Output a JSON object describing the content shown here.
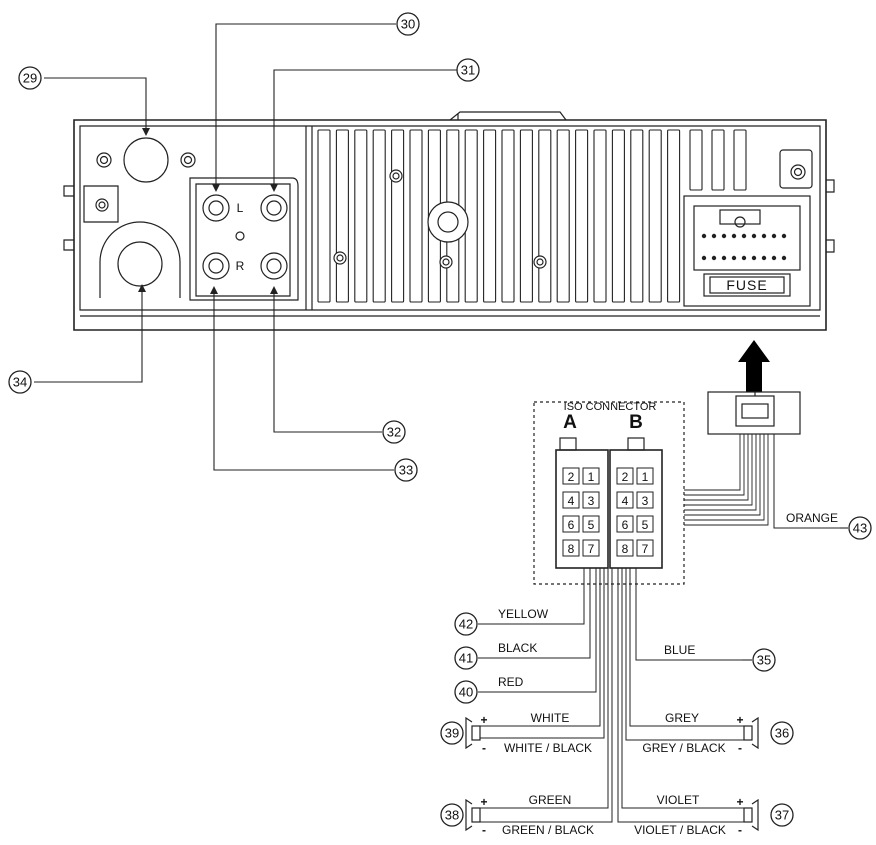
{
  "iso": {
    "title": "ISO CONNECTOR",
    "block_a": "A",
    "block_b": "B",
    "pins": [
      "2",
      "1",
      "4",
      "3",
      "6",
      "5",
      "8",
      "7"
    ]
  },
  "unit": {
    "fuse": "FUSE",
    "audio_left": "L",
    "audio_right": "R"
  },
  "callouts": [
    {
      "id": "c29",
      "number": "29"
    },
    {
      "id": "c30",
      "number": "30"
    },
    {
      "id": "c31",
      "number": "31"
    },
    {
      "id": "c32",
      "number": "32"
    },
    {
      "id": "c33",
      "number": "33"
    },
    {
      "id": "c34",
      "number": "34"
    },
    {
      "id": "c35",
      "number": "35"
    },
    {
      "id": "c36",
      "number": "36"
    },
    {
      "id": "c37",
      "number": "37"
    },
    {
      "id": "c38",
      "number": "38"
    },
    {
      "id": "c39",
      "number": "39"
    },
    {
      "id": "c40",
      "number": "40"
    },
    {
      "id": "c41",
      "number": "41"
    },
    {
      "id": "c42",
      "number": "42"
    },
    {
      "id": "c43",
      "number": "43"
    }
  ],
  "wires": {
    "orange": "ORANGE",
    "yellow": "YELLOW",
    "black": "BLACK",
    "red": "RED",
    "blue": "BLUE",
    "white": "WHITE",
    "white_black": "WHITE / BLACK",
    "grey": "GREY",
    "grey_black": "GREY / BLACK",
    "green": "GREEN",
    "green_black": "GREEN / BLACK",
    "violet": "VIOLET",
    "violet_black": "VIOLET / BLACK"
  },
  "speaker": {
    "plus": "+",
    "minus": "-"
  }
}
